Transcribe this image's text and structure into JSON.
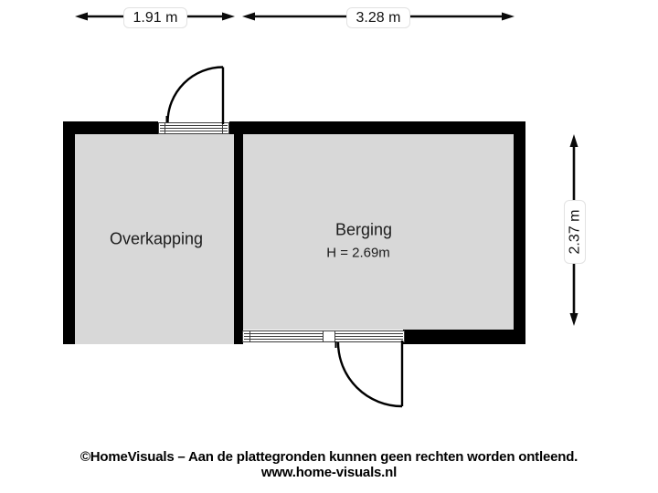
{
  "dimensions": {
    "width_left": "1.91 m",
    "width_right": "3.28 m",
    "height_right": "2.37 m"
  },
  "rooms": {
    "overkapping": {
      "name": "Overkapping"
    },
    "berging": {
      "name": "Berging",
      "ceiling_height": "H = 2.69m"
    }
  },
  "footer": {
    "line1": "©HomeVisuals – Aan de plattegronden kunnen geen rechten worden ontleend.",
    "line2": "www.home-visuals.nl"
  },
  "colors": {
    "wall": "#000000",
    "floor_fill": "#d8d8d8",
    "background": "#ffffff",
    "text": "#1c1c1c"
  }
}
